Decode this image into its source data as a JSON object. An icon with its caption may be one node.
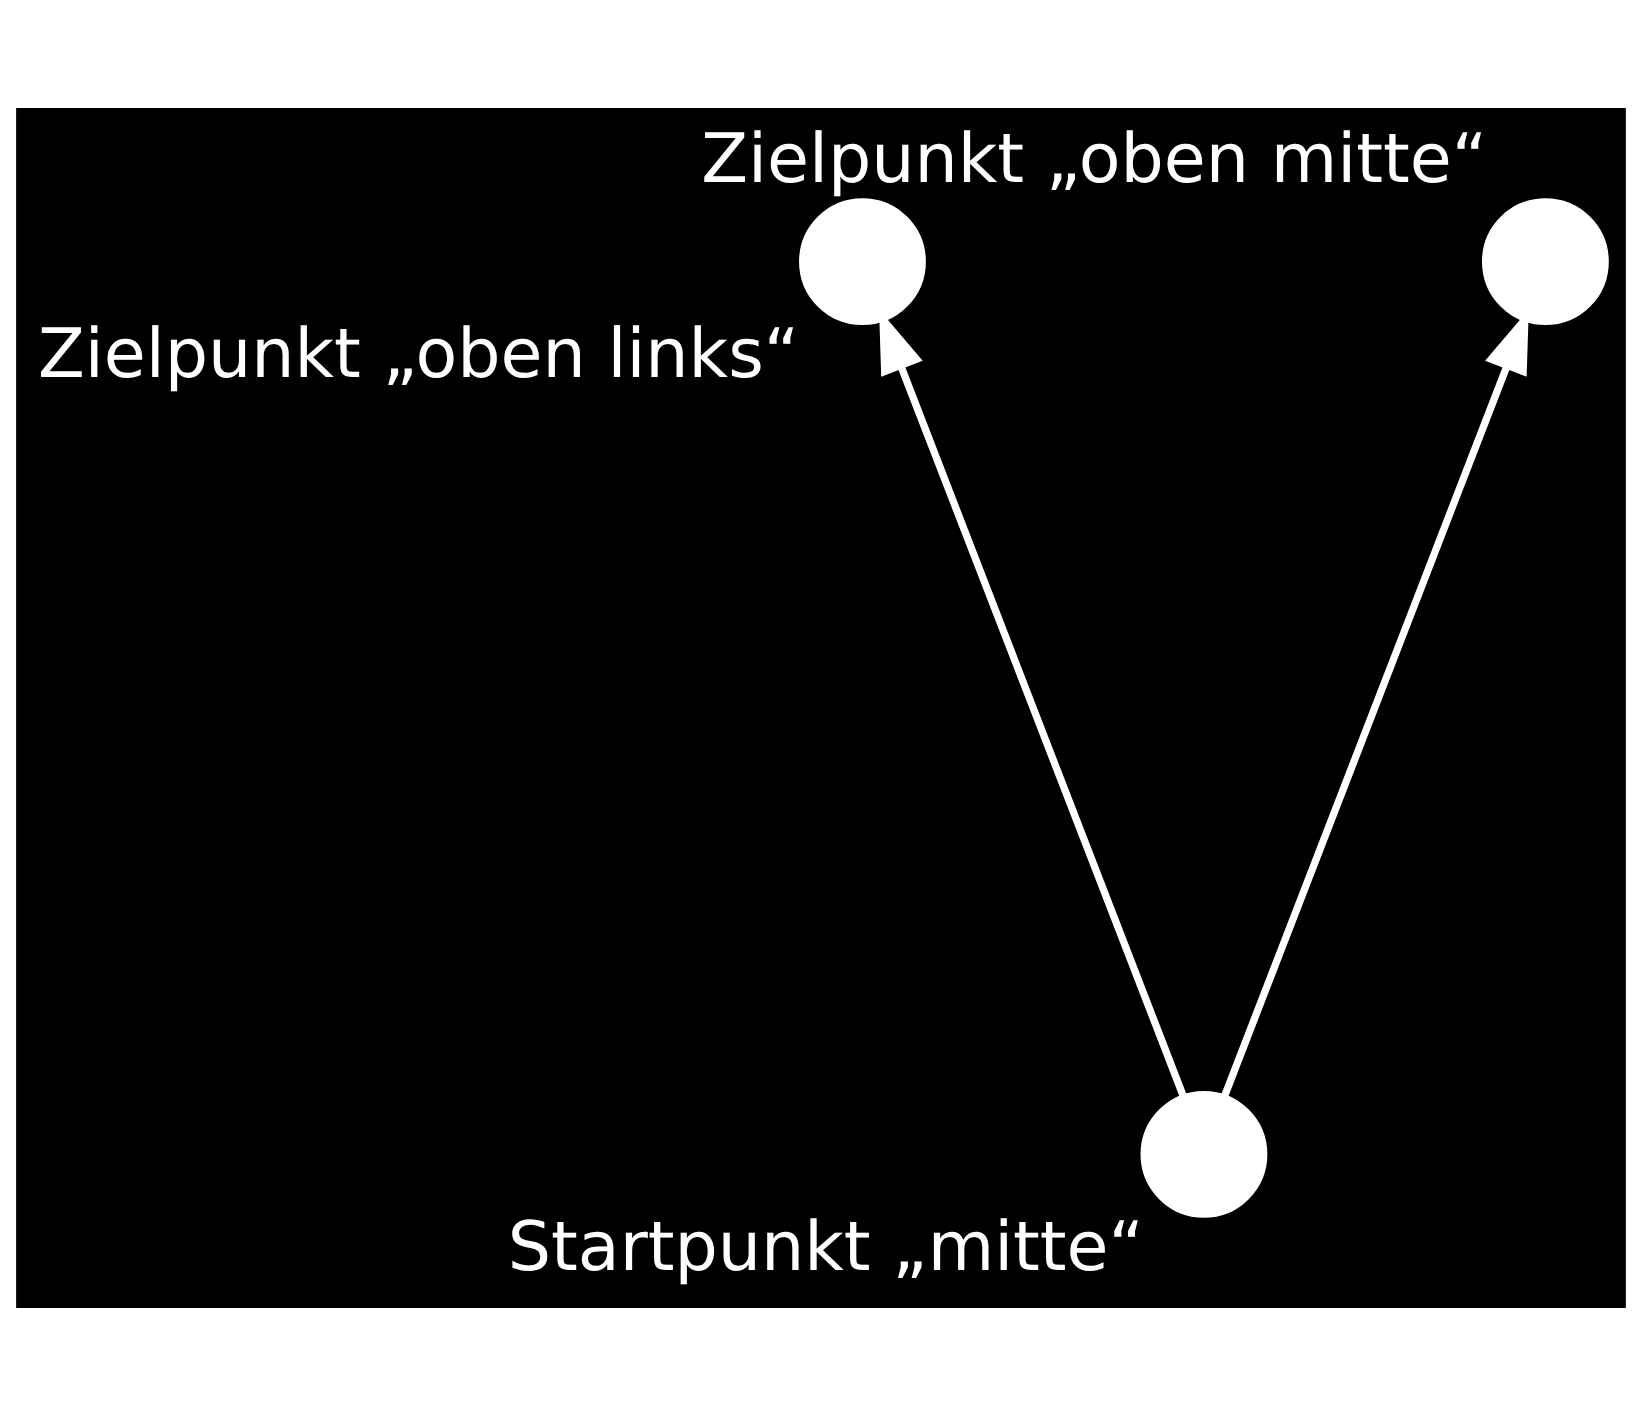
{
  "diagram": {
    "nodes": [
      {
        "text": [],
        "shape": "circle",
        "beside": [
          "Zielpunkt „oben links“"
        ]
      },
      {
        "text": [],
        "shape": "circle",
        "beside": [
          "Zielpunkt „oben mitte“"
        ]
      },
      {
        "text": [],
        "shape": "circle",
        "beside": [
          "Startpunkt „mitte“"
        ]
      }
    ],
    "edges": [
      {
        "from": 2,
        "to": 0,
        "arrow": "to"
      },
      {
        "from": 2,
        "to": 1,
        "arrow": "to"
      }
    ]
  }
}
